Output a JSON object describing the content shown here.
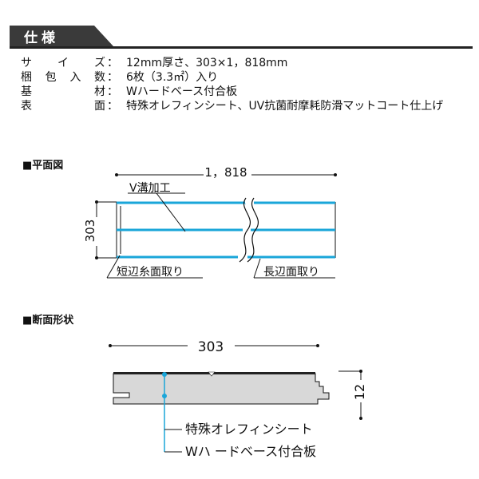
{
  "header": {
    "title": "仕様"
  },
  "specs": [
    {
      "label": [
        "サ",
        "イ",
        "ズ"
      ],
      "value": "12mm厚さ、303×1，818mm"
    },
    {
      "label": [
        "梱",
        "包",
        "入",
        "数"
      ],
      "value": "6枚（3.3㎡）入り"
    },
    {
      "label": [
        "基",
        "材"
      ],
      "value": "Wハードベース付合板"
    },
    {
      "label": [
        "表",
        "面"
      ],
      "value": "特殊オレフィンシート、UV抗菌耐摩耗防滑マットコート仕上げ"
    }
  ],
  "separator": "：",
  "plan": {
    "section_label": "■平面図",
    "length_label": "1，818",
    "width_label": "303",
    "groove_label": "V溝加工",
    "short_edge_label": "短辺糸面取り",
    "long_edge_label": "長辺面取り",
    "groove_color": "#1aa6d9"
  },
  "section": {
    "section_label": "■断面形状",
    "width_label": "303",
    "thickness_label": "12",
    "layer_top_label": "特殊オレフィンシート",
    "layer_base_label": "Wハ ードベース付合板",
    "accent_color": "#1aa6d9"
  }
}
